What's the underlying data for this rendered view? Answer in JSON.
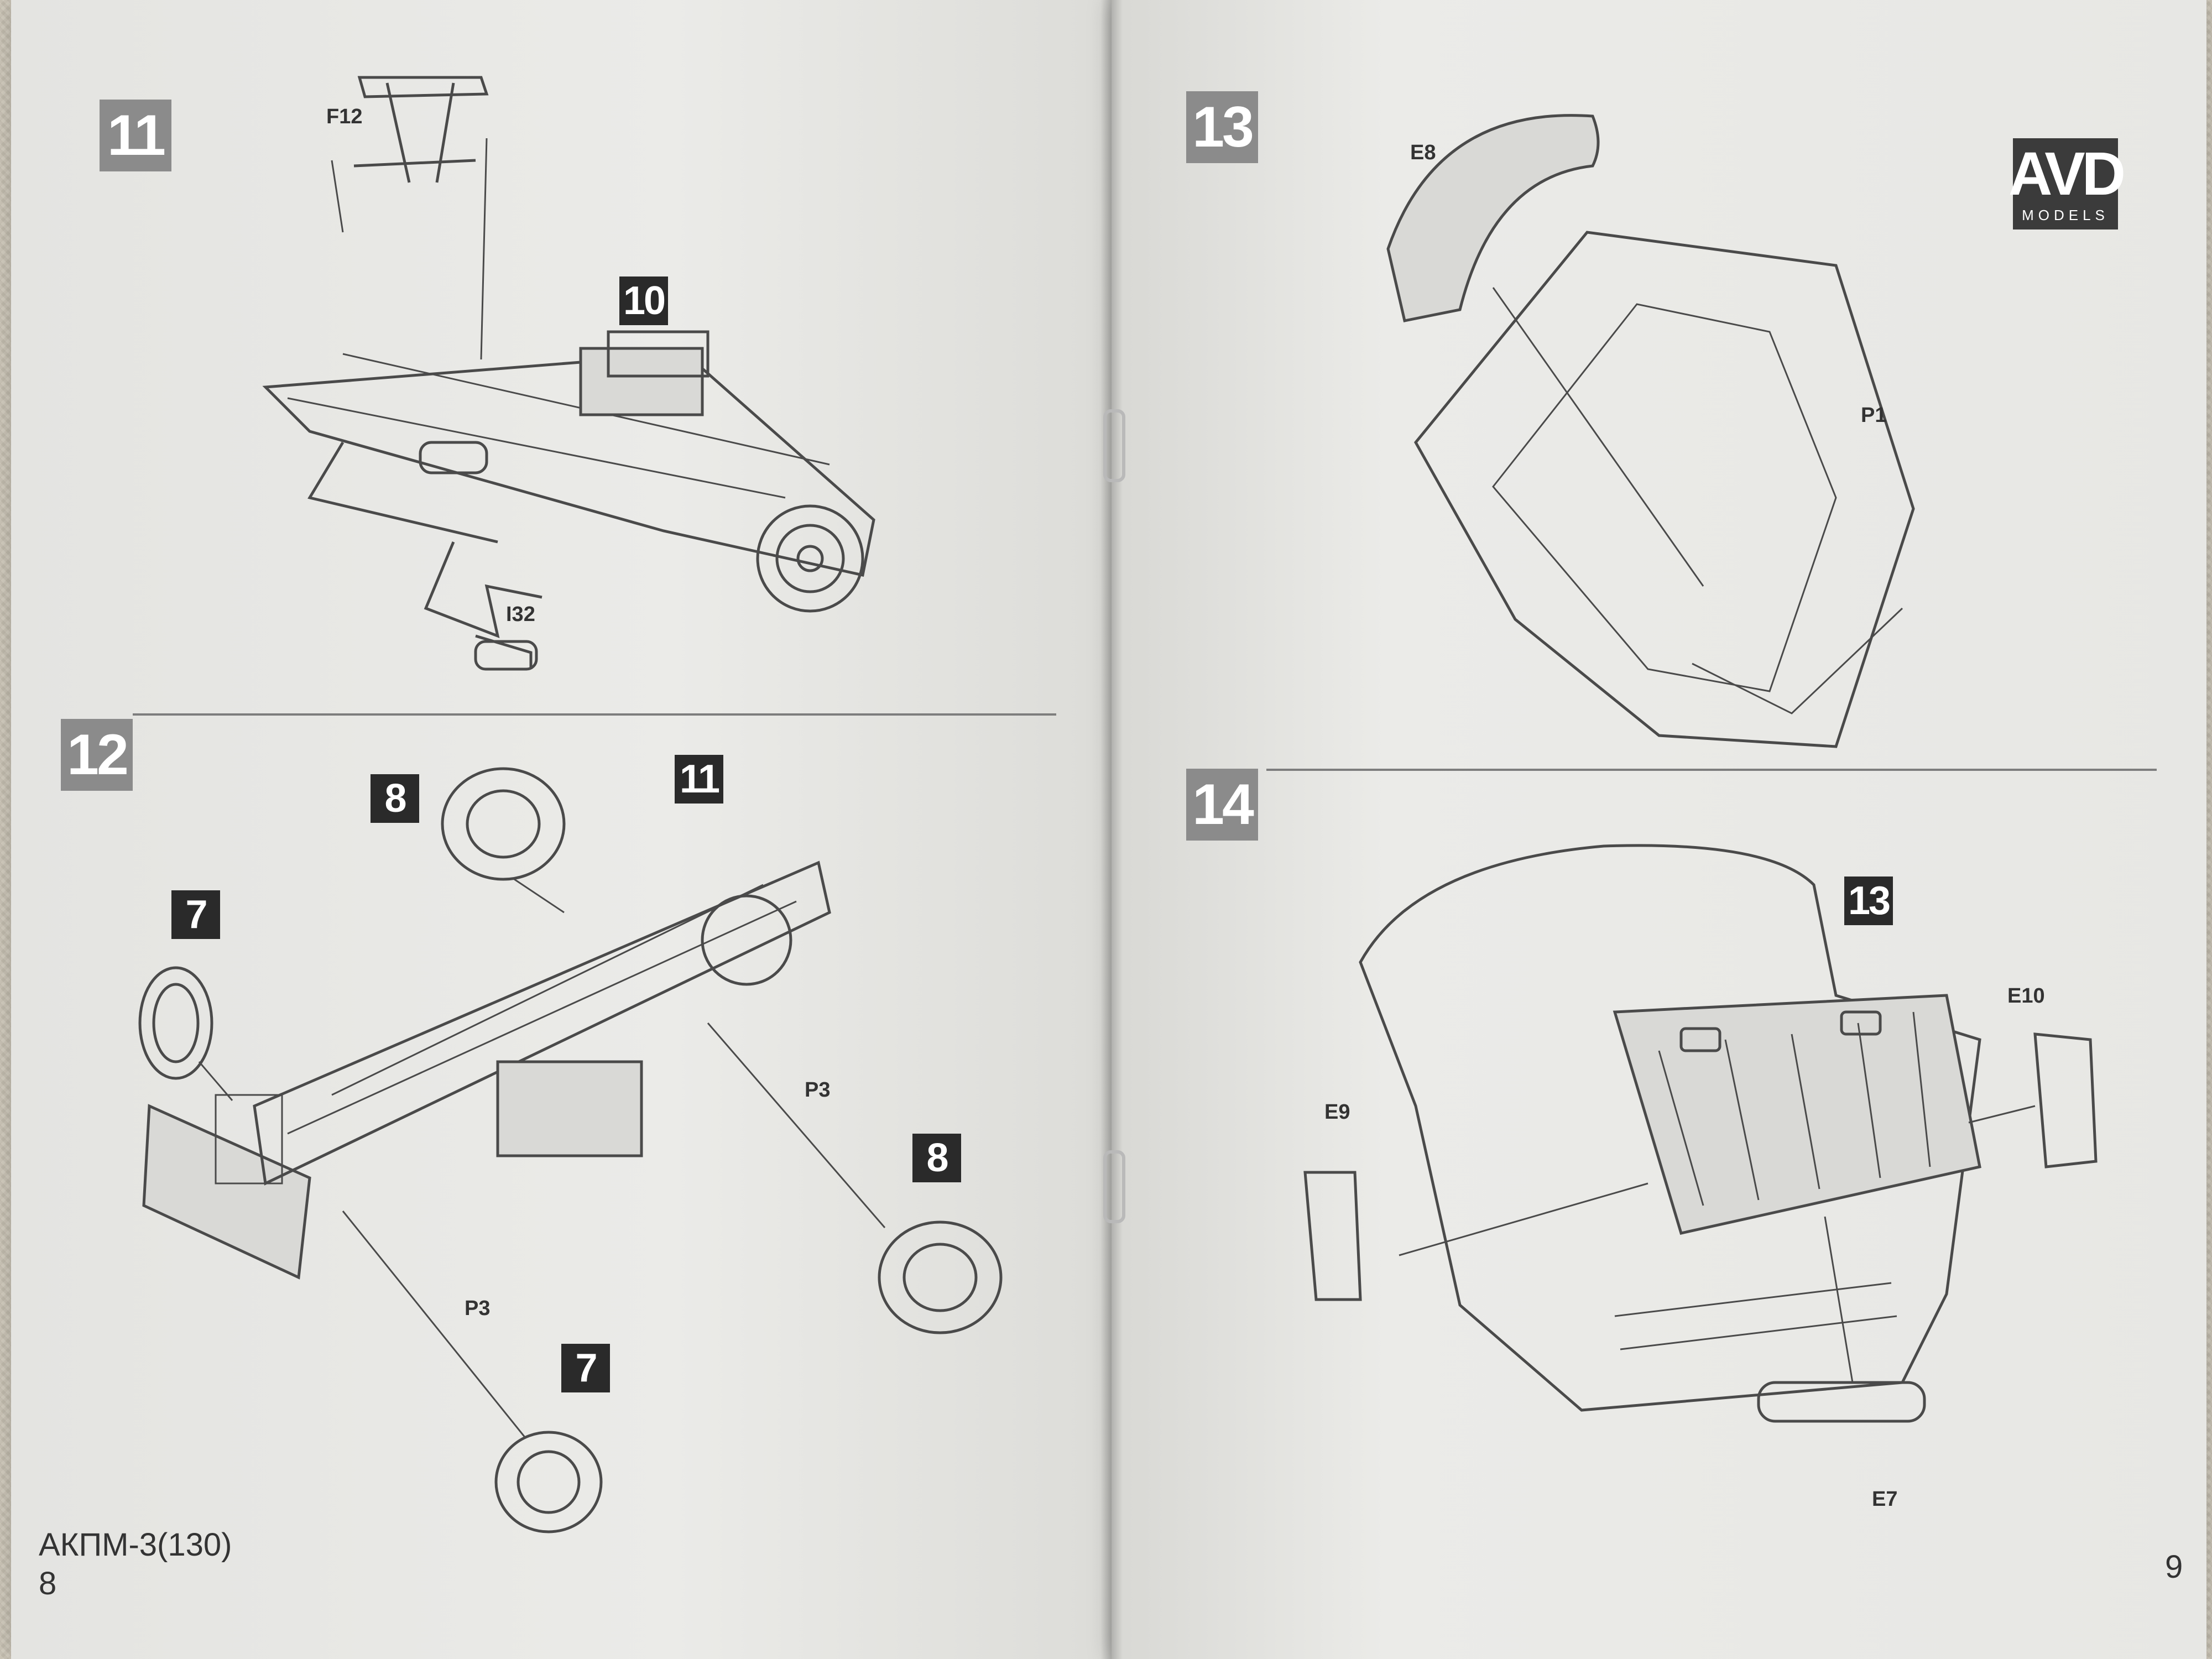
{
  "left_page": {
    "steps": {
      "s11": "11",
      "s12": "12"
    },
    "refs": {
      "r10": "10",
      "r11": "11",
      "r8a": "8",
      "r8b": "8",
      "r7a": "7",
      "r7b": "7"
    },
    "parts": {
      "f12": "F12",
      "i32": "I32",
      "p3a": "P3",
      "p3b": "P3"
    },
    "footer": {
      "model": "АКПМ-3(130)",
      "page_number": "8"
    }
  },
  "right_page": {
    "steps": {
      "s13": "13",
      "s14": "14"
    },
    "refs": {
      "r13": "13"
    },
    "parts": {
      "e8": "E8",
      "p1": "P1",
      "e10": "E10",
      "e9": "E9",
      "e7": "E7"
    },
    "logo": {
      "mark": "AVD",
      "sub": "MODELS"
    },
    "footer": {
      "page_number": "9"
    }
  }
}
